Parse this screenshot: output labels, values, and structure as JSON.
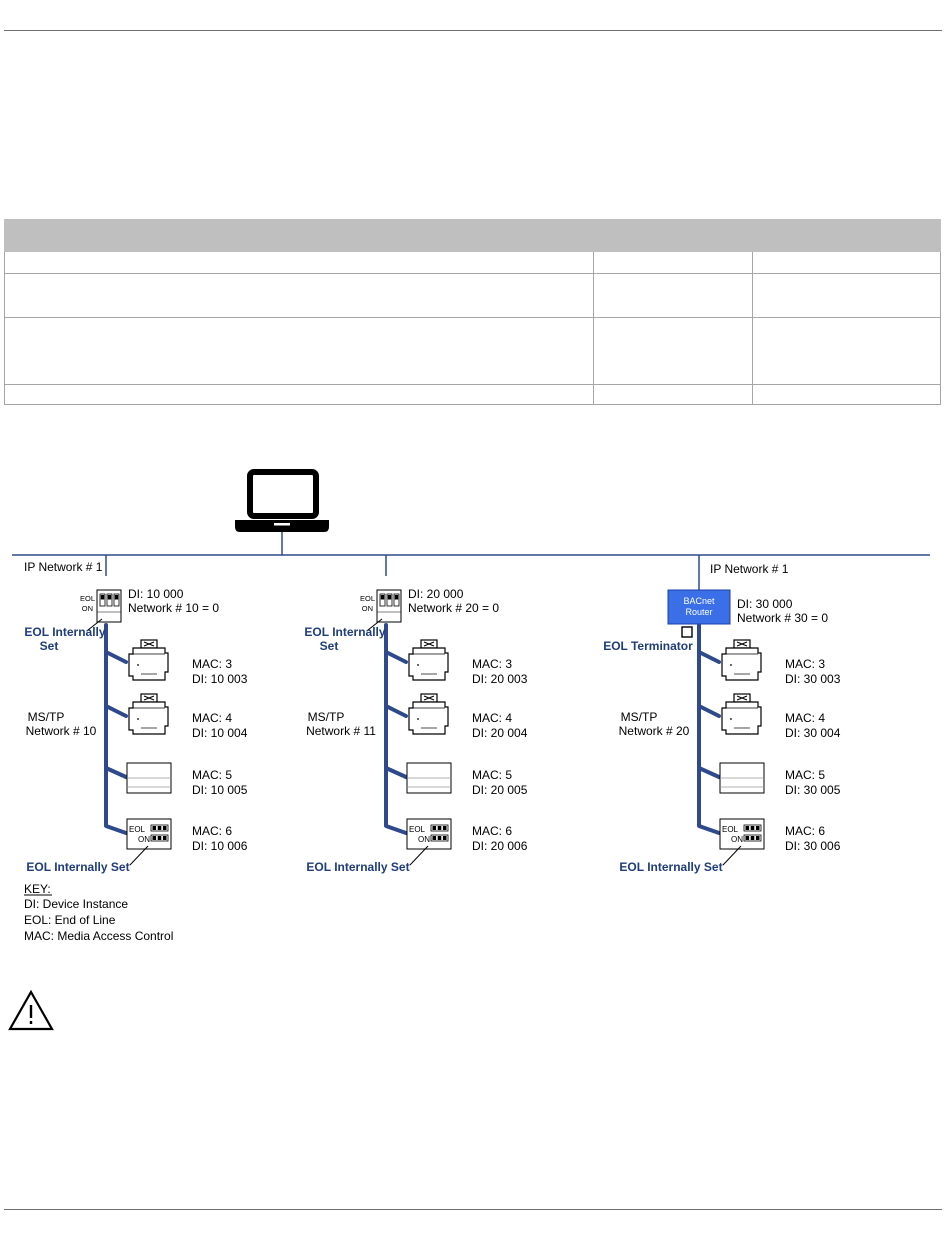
{
  "labels": {
    "ip_network_left": "IP Network # 1",
    "ip_network_right": "IP Network # 1",
    "router_line1": "BACnet",
    "router_line2": "Router",
    "eol": "EOL",
    "on": "ON"
  },
  "networks": [
    {
      "root_di": "DI: 10 000",
      "root_net": "Network # 10 = 0",
      "root_eol_line1": "EOL Internally",
      "root_eol_line2": "Set",
      "mstp_line1": "MS/TP",
      "mstp_line2": "Network # 10",
      "devices": [
        {
          "mac": "MAC: 3",
          "di": "DI: 10 003"
        },
        {
          "mac": "MAC: 4",
          "di": "DI: 10 004"
        },
        {
          "mac": "MAC: 5",
          "di": "DI: 10 005"
        },
        {
          "mac": "MAC: 6",
          "di": "DI: 10 006"
        }
      ],
      "bottom_eol": "EOL Internally Set"
    },
    {
      "root_di": "DI: 20 000",
      "root_net": "Network # 20 = 0",
      "root_eol_line1": "EOL Internally",
      "root_eol_line2": "Set",
      "mstp_line1": "MS/TP",
      "mstp_line2": "Network # 11",
      "devices": [
        {
          "mac": "MAC: 3",
          "di": "DI: 20 003"
        },
        {
          "mac": "MAC: 4",
          "di": "DI: 20 004"
        },
        {
          "mac": "MAC: 5",
          "di": "DI: 20 005"
        },
        {
          "mac": "MAC: 6",
          "di": "DI: 20 006"
        }
      ],
      "bottom_eol": "EOL Internally Set"
    },
    {
      "root_di": "DI: 30 000",
      "root_net": "Network # 30 = 0",
      "root_eol_line1": "EOL Terminator",
      "mstp_line1": "MS/TP",
      "mstp_line2": "Network # 20",
      "devices": [
        {
          "mac": "MAC: 3",
          "di": "DI: 30 003"
        },
        {
          "mac": "MAC: 4",
          "di": "DI: 30 004"
        },
        {
          "mac": "MAC: 5",
          "di": "DI: 30 005"
        },
        {
          "mac": "MAC: 6",
          "di": "DI: 30 006"
        }
      ],
      "bottom_eol": "EOL Internally Set"
    }
  ],
  "key": {
    "title": "KEY:",
    "items": [
      "DI: Device Instance",
      "EOL: End of Line",
      "MAC: Media Access Control"
    ]
  },
  "colors": {
    "bus_blue": "#2e4a8c",
    "label_blue": "#1f3d7a",
    "router_fill": "#3a6fe8"
  }
}
